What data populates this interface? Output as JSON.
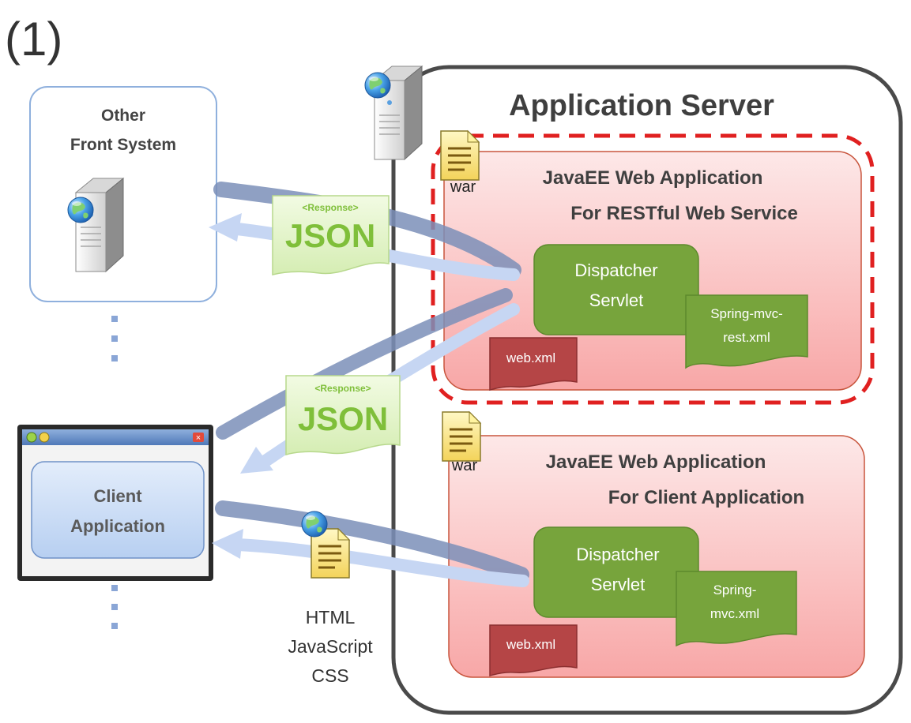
{
  "figure_label": "(1)",
  "app_server": {
    "title": "Application Server"
  },
  "front_system": {
    "line1": "Other",
    "line2": "Front System"
  },
  "client": {
    "line1": "Client",
    "line2": "Application"
  },
  "rest_app": {
    "title_line1": "JavaEE Web Application",
    "title_line2": "For RESTful Web Service",
    "war_label": "war",
    "servlet_line1": "Dispatcher",
    "servlet_line2": "Servlet",
    "config_line1": "Spring-mvc-",
    "config_line2": "rest.xml",
    "webxml": "web.xml"
  },
  "client_app": {
    "title_line1": "JavaEE Web Application",
    "title_line2": "For Client Application",
    "war_label": "war",
    "servlet_line1": "Dispatcher",
    "servlet_line2": "Servlet",
    "config_line1": "Spring-",
    "config_line2": "mvc.xml",
    "webxml": "web.xml"
  },
  "json_top": {
    "tag": "<Response>",
    "text": "JSON"
  },
  "json_mid": {
    "tag": "<Response>",
    "text": "JSON"
  },
  "static_resources": {
    "line1": "HTML",
    "line2": "JavaScript",
    "line3": "CSS"
  },
  "colors": {
    "app_server_border": "#4a4a4a",
    "webapp_fill_top": "#fde6e6",
    "webapp_fill_bottom": "#f9a9a9",
    "webapp_border": "#c8553d",
    "servlet_fill": "#77a43c",
    "webxml_fill": "#b54546",
    "dashed_border": "#e02020",
    "json_fill": "#e8f6cf",
    "json_text": "#7fbf3a",
    "arrow_dark": "#7b8fb8",
    "arrow_light": "#c6d6f3",
    "client_fill": "#cfe0f7",
    "dots": "#8aa6d6"
  },
  "icons": [
    "server-globe-icon",
    "war-file-icon",
    "document-globe-icon",
    "window-icon"
  ]
}
